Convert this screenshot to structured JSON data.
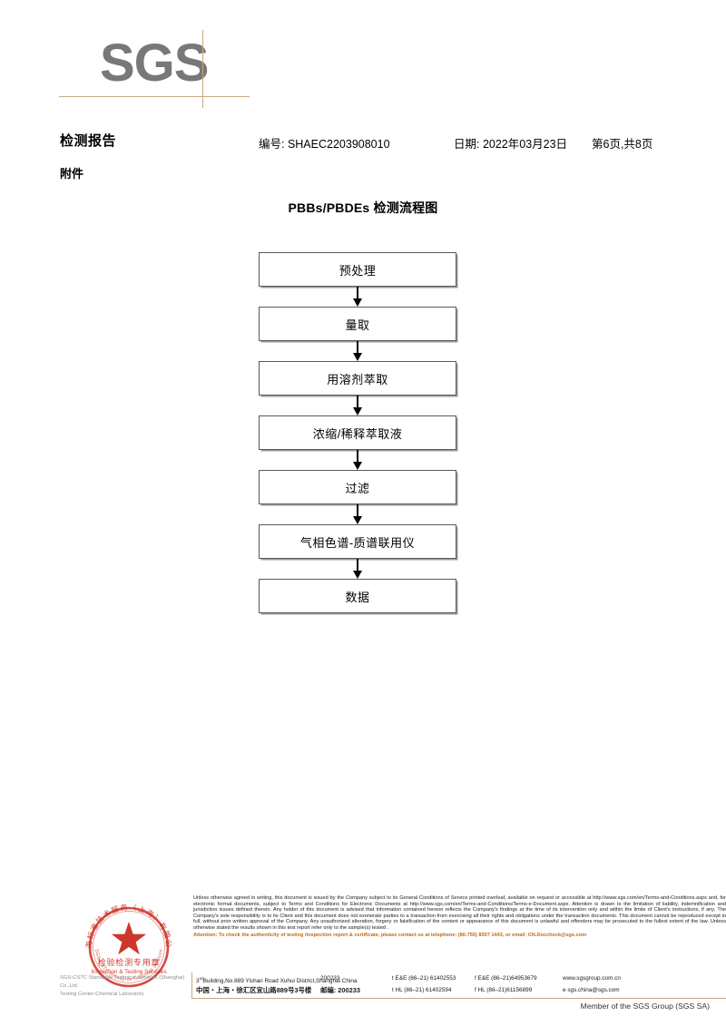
{
  "brand": {
    "logo_text": "SGS",
    "logo_color": "#76787a",
    "rule_color": "#c9a882"
  },
  "header": {
    "report_title": "检测报告",
    "attachment_label": "附件",
    "report_no": "编号: SHAEC2203908010",
    "report_date": "日期: 2022年03月23日",
    "page_info": "第6页,共8页"
  },
  "flowchart": {
    "title": "PBBs/PBDEs 检测流程图",
    "steps": [
      {
        "label": "预处理"
      },
      {
        "label": "量取"
      },
      {
        "label": "用溶剂萃取"
      },
      {
        "label": "浓缩/稀释萃取液"
      },
      {
        "label": "过滤"
      },
      {
        "label": "气相色谱-质谱联用仪"
      },
      {
        "label": "数据"
      }
    ]
  },
  "seal": {
    "outer_ring_text": "上海标准技术服务（上海）有限公司",
    "line1": "检验检测专用章",
    "line2": "Inspection & Testing Services",
    "bottom_arc_text": "SGS-CSTC Standards Technical Services",
    "color": "#cc2b1f"
  },
  "footer": {
    "legal_paragraph": "Unless otherwise agreed in writing, this document is issued by the Company subject to its General Conditions of Service printed overleaf, available on request or accessible at http://www.sgs.com/en/Terms-and-Conditions.aspx and, for electronic format documents, subject to Terms and Conditions for Electronic Documents at http://www.sgs.com/en/Terms-and-Conditions/Terms-e-Document.aspx. Attention is drawn to the limitation of liability, indemnification and jurisdiction issues defined therein. Any holder of this document is advised that information contained hereon reflects the Company's findings at the time of its intervention only and within the limits of Client's instructions, if any. The Company's sole responsibility is to its Client and this document does not exonerate parties to a transaction from exercising all their rights and obligations under the transaction documents. This document cannot be reproduced except in full, without prior written approval of the Company. Any unauthorized alteration, forgery or falsification of the content or appearance of this document is unlawful and offenders may be prosecuted to the fullest extent of the law. Unless otherwise stated the results shown in this test report refer only to the sample(s) tested .",
    "attention_line": "Attention: To check the authenticity of testing /inspection report & certificate, please contact us at telephone: (86-755) 8307 1443, or email: CN.Doccheck@sgs.com",
    "company_grey_line1": "SGS-CSTC Standards Technical Services (Shanghai) Co.,Ltd.",
    "company_grey_line2": "Testing Center-Chemical Laboratory",
    "address_en": "Building,No.889 Yishan Road Xuhui District,Shanghai China",
    "address_en_prefix": "3",
    "address_en_sup": "rd",
    "postcode_en": "200233",
    "tel_en_1": "t E&E (86–21) 61402553",
    "tel_en_2": "f E&E (86–21)64953679",
    "web": "www.sgsgroup.com.cn",
    "address_cn": "中国・上海・徐汇区宜山路889号3号楼",
    "postcode_cn_label": "邮编: 200233",
    "tel_cn_1": "t HL (86–21) 61402594",
    "tel_cn_2": "f HL (86–21)61156899",
    "email": "e  sgs.china@sgs.com",
    "member_line": "Member of the SGS Group (SGS SA)"
  }
}
